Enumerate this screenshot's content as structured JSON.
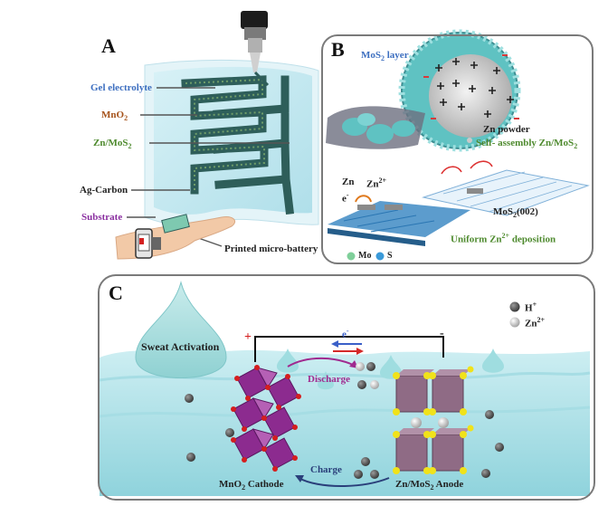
{
  "panel_a": {
    "letter": "A",
    "labels": {
      "gel_electrolyte": "Gel electrolyte",
      "mno2": "MnO",
      "mno2_sub": "2",
      "zn_mos2_prefix": "Zn/MoS",
      "zn_mos2_sub": "2",
      "ag_carbon": "Ag-Carbon",
      "substrate": "Substrate",
      "printed_micro_battery": "Printed micro-battery"
    }
  },
  "panel_b": {
    "letter": "B",
    "labels": {
      "mos2_layer_prefix": "MoS",
      "mos2_layer_sub": "2",
      "mos2_layer_suffix": " layer",
      "zn_powder": "Zn powder",
      "self_assembly_prefix": "Self- assembly Zn/MoS",
      "self_assembly_sub": "2",
      "zn": "Zn",
      "zn2_base": "Zn",
      "zn2_sup": "2+",
      "electron": "e",
      "electron_sup": "-",
      "mos2_002_prefix": "MoS",
      "mos2_002_sub": "2",
      "mos2_002_suffix": "(002)",
      "uniform_prefix": "Uniform Zn",
      "uniform_sup": "2+",
      "uniform_suffix": " deposition",
      "legend_mo": "Mo",
      "legend_s": "S"
    }
  },
  "panel_c": {
    "letter": "C",
    "labels": {
      "sweat_activation": "Sweat Activation",
      "plus": "+",
      "minus": "-",
      "electron": "e",
      "electron_sup": "-",
      "discharge": "Discharge",
      "charge": "Charge",
      "cathode_prefix": "MnO",
      "cathode_sub": "2",
      "cathode_suffix": " Cathode",
      "anode_prefix": "Zn/MoS",
      "anode_sub": "2",
      "anode_suffix": " Anode",
      "legend_h": "H",
      "legend_h_sup": "+",
      "legend_zn": "Zn",
      "legend_zn_sup": "2+"
    }
  },
  "colors": {
    "electrolyte": "#bfe6ee",
    "electrode_dark": "#2e5e5a",
    "mno2_octahedra": "#8c2b8f",
    "oxygen": "#d41e1e",
    "mos2_box": "#8f6b85",
    "sulfur": "#f0e21a",
    "mos2_sphere": "#5fc2c2",
    "water": "#7cc9d3",
    "h_ion": "#555555",
    "zn_ion": "#d6d6d6"
  }
}
